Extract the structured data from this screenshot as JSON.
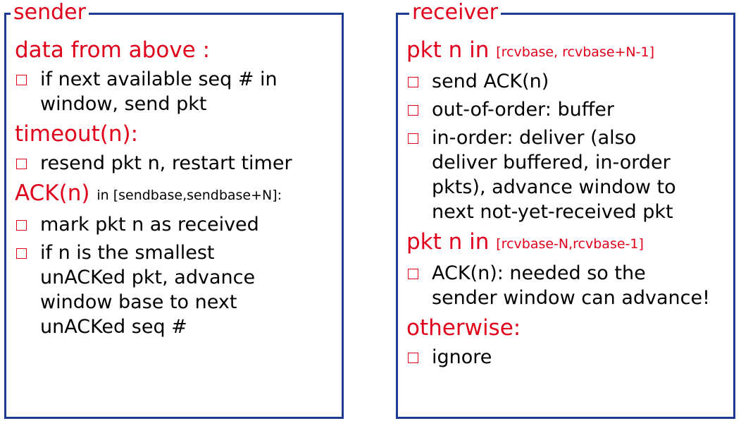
{
  "sender": {
    "title": "sender",
    "sections": [
      {
        "heading": "data from above :",
        "heading_suffix": "",
        "items": [
          [
            "if next available seq # in",
            "window, send pkt"
          ]
        ]
      },
      {
        "heading": "timeout(n):",
        "heading_suffix": "",
        "items": [
          [
            "resend pkt n, restart timer"
          ]
        ]
      },
      {
        "heading": "ACK(n)",
        "heading_suffix": "in [sendbase,sendbase+N]:",
        "items": [
          [
            "mark pkt n as received"
          ],
          [
            "if n is the smallest",
            "unACKed pkt, advance",
            "window base to next",
            "unACKed seq #"
          ]
        ]
      }
    ]
  },
  "receiver": {
    "title": "receiver",
    "sections": [
      {
        "heading": "pkt n in",
        "heading_suffix": "[rcvbase, rcvbase+N-1]",
        "items": [
          [
            "send ACK(n)"
          ],
          [
            "out-of-order: buffer"
          ],
          [
            "in-order: deliver (also",
            "deliver buffered, in-order",
            "pkts), advance window to",
            "next not-yet-received pkt"
          ]
        ]
      },
      {
        "heading": "pkt n in",
        "heading_suffix": "[rcvbase-N,rcvbase-1]",
        "items": [
          [
            "ACK(n): needed so the",
            "sender window can advance!"
          ]
        ]
      },
      {
        "heading": "otherwise:",
        "heading_suffix": "",
        "items": [
          [
            "ignore"
          ]
        ]
      }
    ]
  },
  "colors": {
    "heading": "#e0001b",
    "border": "#1f3a93",
    "bullet": "#e0001b",
    "text": "#000000"
  }
}
